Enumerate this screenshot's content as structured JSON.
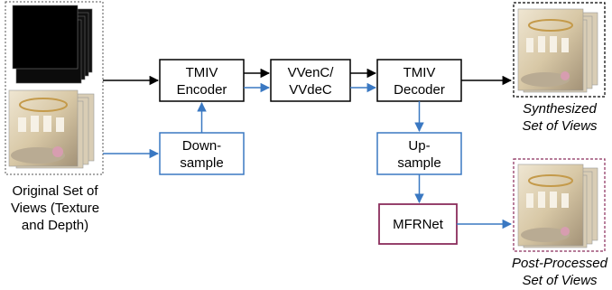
{
  "nodes": {
    "tmiv_encoder": [
      "TMIV",
      "Encoder"
    ],
    "vvenc": [
      "VVenC/",
      "VVdeC"
    ],
    "tmiv_decoder": [
      "TMIV",
      "Decoder"
    ],
    "downsample": [
      "Down-",
      "sample"
    ],
    "upsample": [
      "Up-",
      "sample"
    ],
    "mfrnet": [
      "MFRNet"
    ]
  },
  "captions": {
    "original": [
      "Original Set of",
      "Views (Texture",
      "and Depth)"
    ],
    "synthesized": [
      "Synthesized",
      "Set of Views"
    ],
    "post_processed": [
      "Post-Processed",
      "Set of Views"
    ]
  },
  "colors": {
    "texture_path": "#000000",
    "depth_path": "#3a78c2",
    "mfrnet_border": "#8b2d5c",
    "synth_frame": "#000000",
    "post_frame": "#8b2d5c"
  }
}
